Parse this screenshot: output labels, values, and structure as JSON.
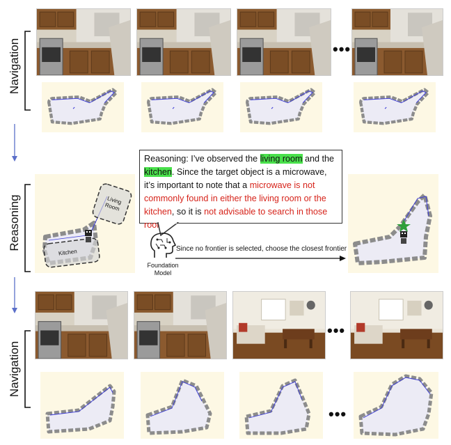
{
  "labels": {
    "navigation_top": "Navigation",
    "reasoning": "Reasoning",
    "navigation_bottom": "Navigation"
  },
  "ellipsis": "•••",
  "bubble": {
    "p1": "Reasoning: I’ve observed the ",
    "living_room": "living room",
    "p2": " and the ",
    "kitchen": "kitchen",
    "p3": ". Since the target object is a microwave, it’s important to note that a ",
    "red1": "microwave is not commonly found in either the living room or the kitchen",
    "p4": ", so it is ",
    "red2": "not advisable to search in those rooms",
    "p5": "."
  },
  "arrow_text": "Since no frontier is selected, choose the closest frontier",
  "foundation_model": "Foundation\nModel",
  "map_regions": {
    "living_room": "Living\nRoom",
    "kitchen": "Kitchen"
  },
  "colors": {
    "map_bg": "#fdf8e4",
    "trajectory": "#3b3bd6",
    "highlight": "#49e04b",
    "warning": "#d6231a",
    "flow_arrow": "#5b6fc9",
    "star": "#2e9e3a"
  }
}
